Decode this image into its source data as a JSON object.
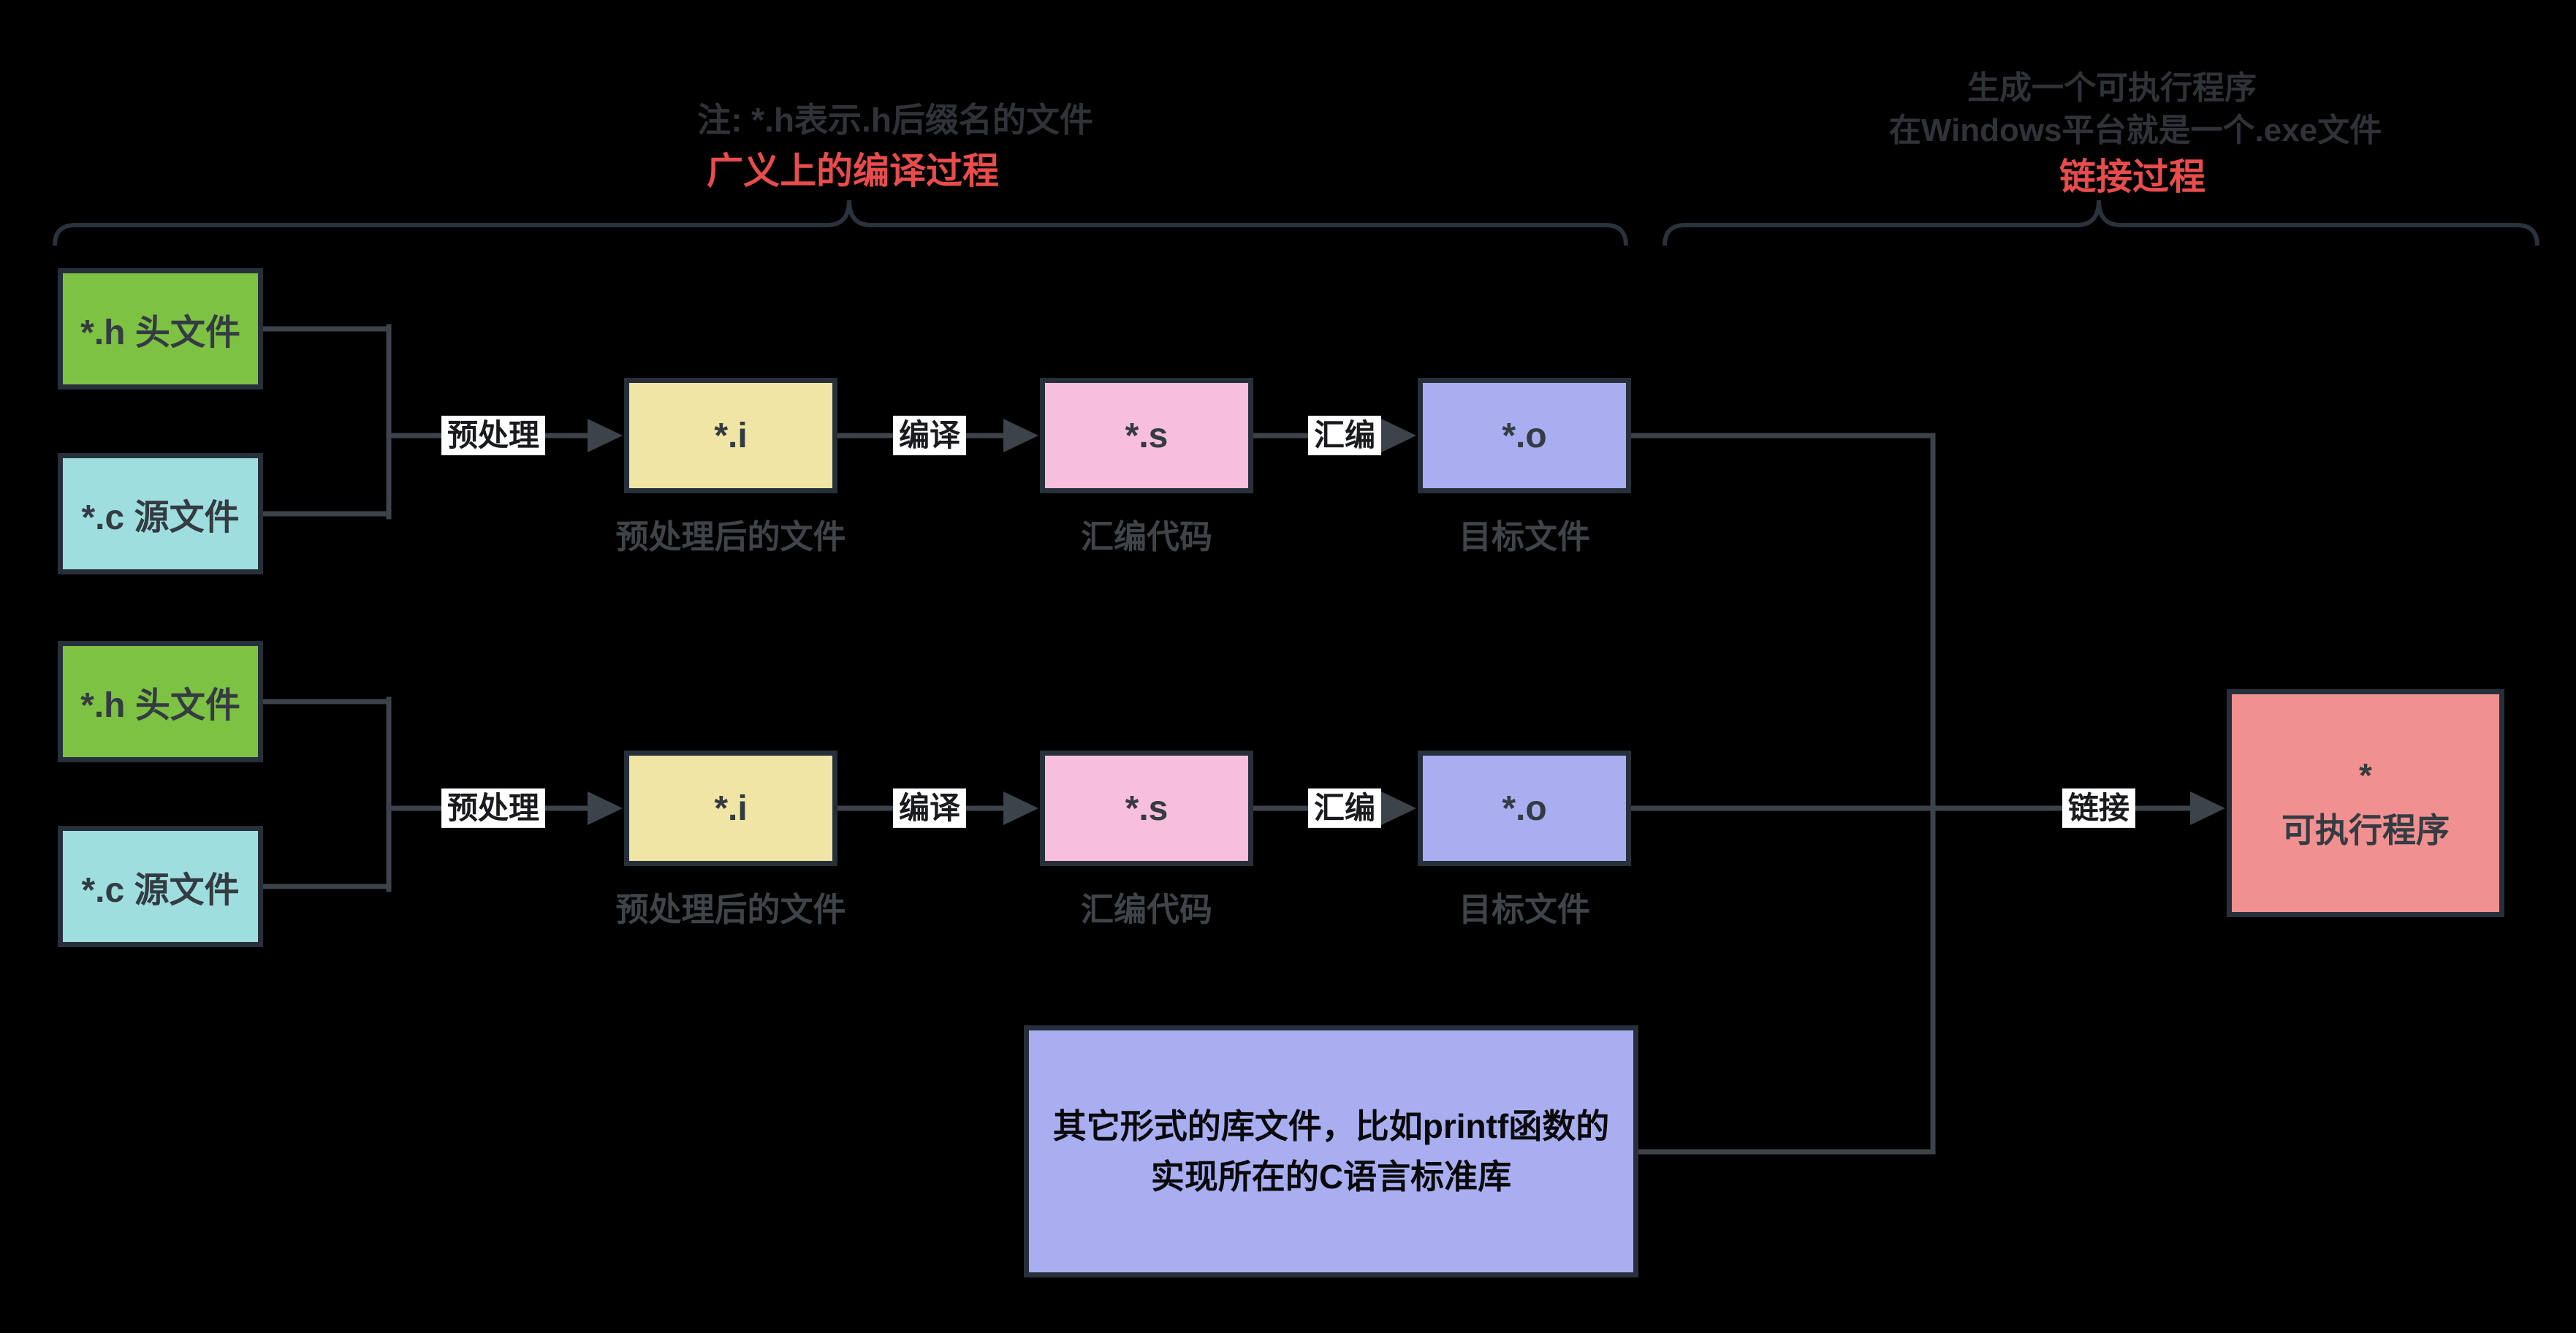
{
  "title_notes": {
    "compile_note": "注: *.h表示.h后缀名的文件",
    "compile_title": "广义上的编译过程",
    "link_note_line1": "生成一个可执行程序",
    "link_note_line2": "在Windows平台就是一个.exe文件",
    "link_title": "链接过程"
  },
  "colors": {
    "background": "#000000",
    "header_file_fill": "#7dc243",
    "source_file_fill": "#9edede",
    "preprocessed_fill": "#f0e5a4",
    "assembly_fill": "#f8bede",
    "object_fill": "#a8aef0",
    "library_fill": "#a8aef0",
    "executable_fill": "#f09090",
    "box_border": "#27303a",
    "connector_line": "#3d434a",
    "brace": "#2a323c",
    "note_text": "#2f3338",
    "accent_red": "#e84c4c",
    "caption_text": "#3f4449",
    "chip_bg": "#ffffff"
  },
  "rows": [
    {
      "header_box": "*.h 头文件",
      "source_box": "*.c 源文件",
      "preprocess_label": "预处理",
      "preprocessed_box": "*.i",
      "preprocessed_caption": "预处理后的文件",
      "compile_label": "编译",
      "assembly_box": "*.s",
      "assembly_caption": "汇编代码",
      "assemble_label": "汇编",
      "object_box": "*.o",
      "object_caption": "目标文件"
    },
    {
      "header_box": "*.h 头文件",
      "source_box": "*.c 源文件",
      "preprocess_label": "预处理",
      "preprocessed_box": "*.i",
      "preprocessed_caption": "预处理后的文件",
      "compile_label": "编译",
      "assembly_box": "*.s",
      "assembly_caption": "汇编代码",
      "assemble_label": "汇编",
      "object_box": "*.o",
      "object_caption": "目标文件"
    }
  ],
  "link": {
    "label": "链接",
    "executable_symbol": "*",
    "executable_name": "可执行程序"
  },
  "library_box": {
    "line1": "其它形式的库文件，比如printf函数的",
    "line2": "实现所在的C语言标准库"
  }
}
